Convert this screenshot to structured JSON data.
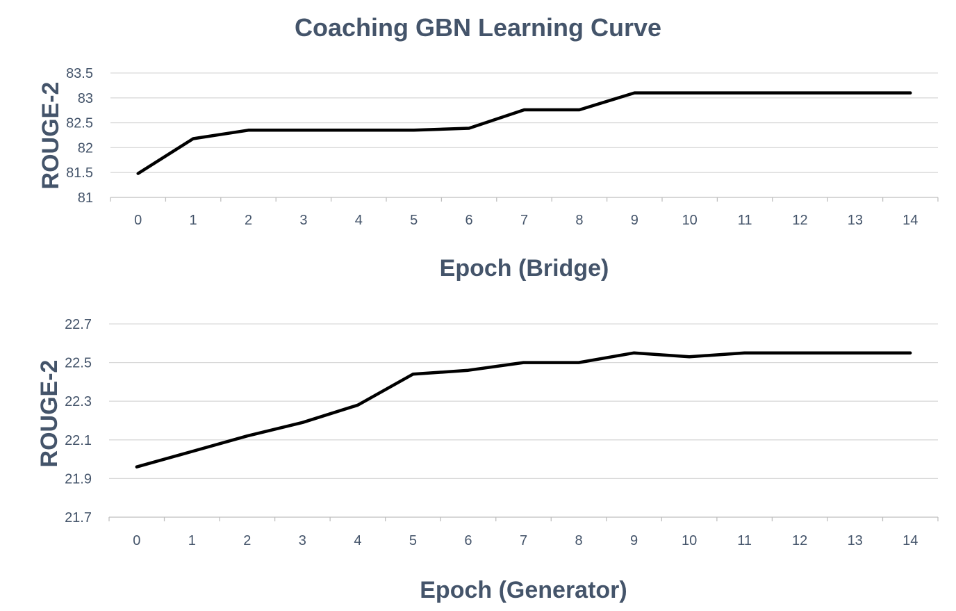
{
  "title": "Coaching GBN Learning Curve",
  "chart_data": [
    {
      "type": "line",
      "title": "Coaching GBN Learning Curve",
      "xlabel": "Epoch (Bridge)",
      "ylabel": "ROUGE-2",
      "categories": [
        "0",
        "1",
        "2",
        "3",
        "4",
        "5",
        "6",
        "7",
        "8",
        "9",
        "10",
        "11",
        "12",
        "13",
        "14"
      ],
      "y_ticks": [
        "81",
        "81.5",
        "82",
        "82.5",
        "83",
        "83.5"
      ],
      "ylim": [
        81,
        83.5
      ],
      "grid": true,
      "series": [
        {
          "color": "#000000",
          "values": [
            81.48,
            82.18,
            82.35,
            82.35,
            82.35,
            82.35,
            82.39,
            82.76,
            82.76,
            83.1,
            83.1,
            83.1,
            83.1,
            83.1,
            83.1
          ]
        }
      ]
    },
    {
      "type": "line",
      "xlabel": "Epoch (Generator)",
      "ylabel": "ROUGE-2",
      "categories": [
        "0",
        "1",
        "2",
        "3",
        "4",
        "5",
        "6",
        "7",
        "8",
        "9",
        "10",
        "11",
        "12",
        "13",
        "14"
      ],
      "y_ticks": [
        "21.7",
        "21.9",
        "22.1",
        "22.3",
        "22.5",
        "22.7"
      ],
      "ylim": [
        21.7,
        22.7
      ],
      "grid": true,
      "series": [
        {
          "color": "#000000",
          "values": [
            21.96,
            22.04,
            22.12,
            22.19,
            22.28,
            22.44,
            22.46,
            22.5,
            22.5,
            22.55,
            22.53,
            22.55,
            22.55,
            22.55,
            22.55
          ]
        }
      ]
    }
  ]
}
